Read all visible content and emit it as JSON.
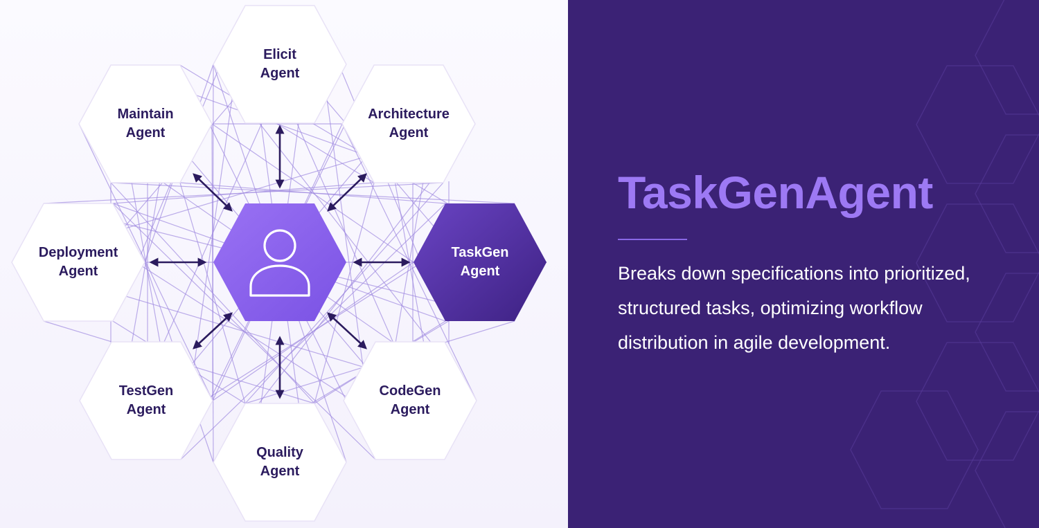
{
  "diagram": {
    "center_icon": "user-icon",
    "hexagons": [
      {
        "id": "elicit",
        "lines": [
          "Elicit",
          "Agent"
        ]
      },
      {
        "id": "architecture",
        "lines": [
          "Architecture",
          "Agent"
        ]
      },
      {
        "id": "taskgen",
        "lines": [
          "TaskGen",
          "Agent"
        ],
        "highlighted": true
      },
      {
        "id": "codegen",
        "lines": [
          "CodeGen",
          "Agent"
        ]
      },
      {
        "id": "quality",
        "lines": [
          "Quality",
          "Agent"
        ]
      },
      {
        "id": "testgen",
        "lines": [
          "TestGen",
          "Agent"
        ]
      },
      {
        "id": "deployment",
        "lines": [
          "Deployment",
          "Agent"
        ]
      },
      {
        "id": "maintain",
        "lines": [
          "Maintain",
          "Agent"
        ]
      }
    ]
  },
  "detail": {
    "title": "TaskGenAgent",
    "description_lines": [
      "Breaks down specifications into prioritized,",
      "structured tasks, optimizing workflow",
      "distribution in agile development."
    ]
  },
  "colors": {
    "panel_bg": "#3b2275",
    "accent": "#9d79f4",
    "center_hex": "#8a61ee",
    "highlight_hex": "#4e2c97",
    "text_dark": "#2b1b5e",
    "network_line": "#a08ae0"
  }
}
